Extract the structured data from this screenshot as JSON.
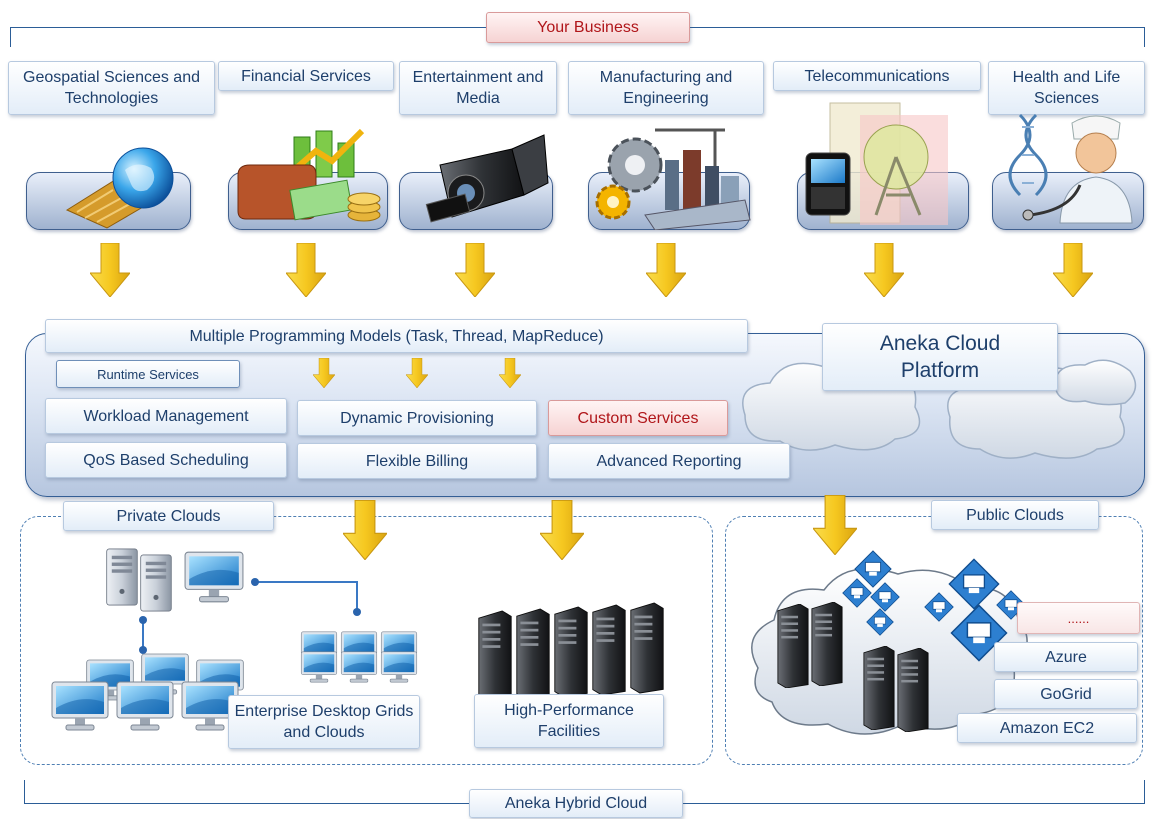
{
  "top": {
    "title": "Your Business"
  },
  "industries": [
    {
      "name": "Geospatial Sciences and Technologies",
      "icon": "globe-map-icon"
    },
    {
      "name": "Financial Services",
      "icon": "money-icon"
    },
    {
      "name": "Entertainment and Media",
      "icon": "camcorder-icon"
    },
    {
      "name": "Manufacturing and Engineering",
      "icon": "factory-gears-icon"
    },
    {
      "name": "Telecommunications",
      "icon": "phone-tower-icon"
    },
    {
      "name": "Health and Life Sciences",
      "icon": "doctor-dna-icon"
    }
  ],
  "platform": {
    "programming_models": "Multiple Programming Models (Task, Thread, MapReduce)",
    "title": "Aneka Cloud Platform",
    "runtime_label": "Runtime Services",
    "services": {
      "workload": "Workload Management",
      "provisioning": "Dynamic Provisioning",
      "custom": "Custom Services",
      "qos": "QoS Based Scheduling",
      "billing": "Flexible Billing",
      "reporting": "Advanced Reporting"
    }
  },
  "private": {
    "title": "Private Clouds",
    "desktop": "Enterprise Desktop Grids and Clouds",
    "hpc": "High-Performance Facilities"
  },
  "public": {
    "title": "Public Clouds",
    "providers": [
      "......",
      "Azure",
      "GoGrid",
      "Amazon EC2"
    ]
  },
  "bottom": {
    "title": "Aneka Hybrid Cloud"
  },
  "colors": {
    "arrow": "#f3c623",
    "frame": "#2b5d97",
    "accent_red": "#b0161a",
    "text": "#1e3f6b"
  }
}
